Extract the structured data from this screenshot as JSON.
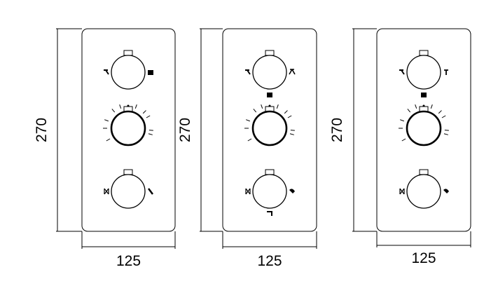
{
  "panels": [
    {
      "id": "three-way-top-two-bottom",
      "height_label": "270",
      "width_label": "125"
    },
    {
      "id": "two-knob-plus-diverter",
      "height_label": "270",
      "width_label": "125"
    },
    {
      "id": "two-outlet",
      "height_label": "270",
      "width_label": "125"
    }
  ],
  "colors": {
    "line": "#000000",
    "background": "#ffffff"
  }
}
